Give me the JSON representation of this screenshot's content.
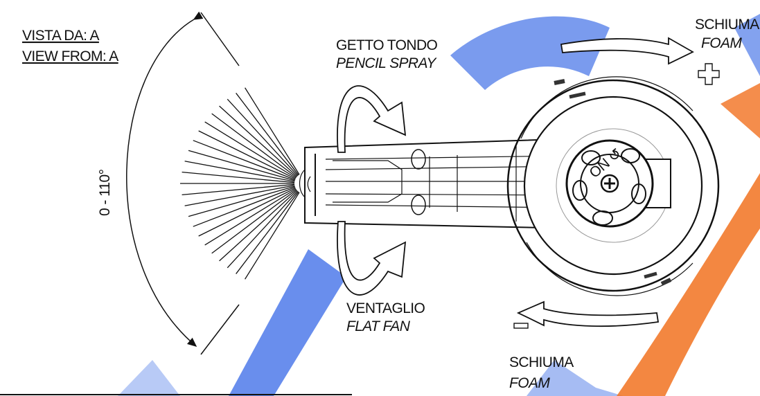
{
  "view_label": {
    "line1": "VISTA DA: A",
    "line2": "VIEW FROM: A"
  },
  "angle_label": "0 - 110°",
  "pencil_spray": {
    "it": "GETTO TONDO",
    "en": "PENCIL SPRAY"
  },
  "flat_fan": {
    "it": "VENTAGLIO",
    "en": "FLAT FAN"
  },
  "foam_plus": {
    "it": "SCHIUMA",
    "en": "FOAM"
  },
  "foam_minus": {
    "it": "SCHIUMA",
    "en": "FOAM"
  },
  "knob_text": "ON ↺",
  "colors": {
    "line": "#111111",
    "watermark_blue": "#2f63e0",
    "watermark_orange": "#f06a14"
  }
}
